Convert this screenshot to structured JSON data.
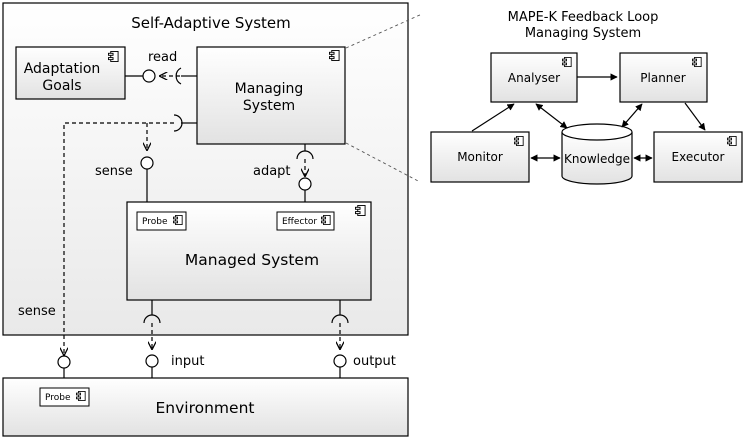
{
  "self_adaptive_system": {
    "title": "Self-Adaptive System",
    "adaptation_goals": [
      "Adaptation",
      "Goals"
    ],
    "managing_system": [
      "Managing",
      "System"
    ],
    "managed_system": "Managed System",
    "probe": "Probe",
    "effector": "Effector",
    "labels": {
      "read": "read",
      "sense_inner": "sense",
      "adapt": "adapt",
      "sense_outer": "sense",
      "input": "input",
      "output": "output"
    }
  },
  "environment": {
    "title": "Environment",
    "probe": "Probe"
  },
  "mape_k": {
    "title": [
      "MAPE-K Feedback Loop",
      "Managing System"
    ],
    "analyser": "Analyser",
    "planner": "Planner",
    "monitor": "Monitor",
    "knowledge": "Knowledge",
    "executor": "Executor"
  }
}
